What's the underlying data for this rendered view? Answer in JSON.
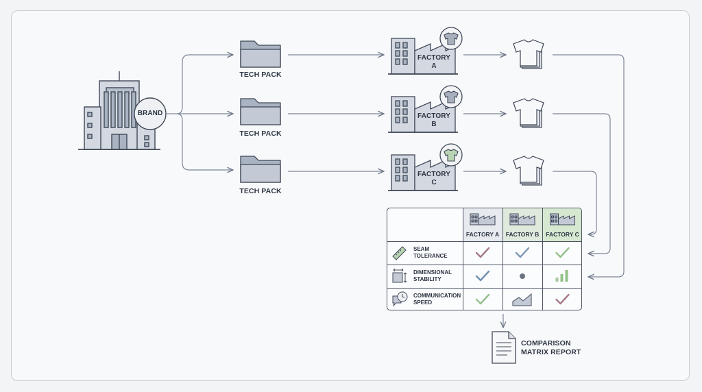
{
  "brand": {
    "label": "BRAND"
  },
  "tech_packs": [
    {
      "label": "TECH PACK"
    },
    {
      "label": "TECH PACK"
    },
    {
      "label": "TECH PACK"
    }
  ],
  "factories": [
    {
      "label_line1": "FACTORY",
      "label_line2": "A",
      "shirt_color": "#a8b0be"
    },
    {
      "label_line1": "FACTORY",
      "label_line2": "B",
      "shirt_color": "#a8b0be"
    },
    {
      "label_line1": "FACTORY",
      "label_line2": "C",
      "shirt_color": "#b9d4b2"
    }
  ],
  "matrix": {
    "columns": [
      "FACTORY A",
      "FACTORY B",
      "FACTORY C"
    ],
    "column_colors": [
      "#e7eaee",
      "#dfe9dc",
      "#d7e8d1"
    ],
    "rows": [
      {
        "label_line1": "SEAM",
        "label_line2": "TOLERANCE",
        "icon": "ruler-icon",
        "cells": [
          {
            "icon": "check-icon",
            "color": "#a57a86"
          },
          {
            "icon": "check-icon",
            "color": "#7f9ab5"
          },
          {
            "icon": "check-icon",
            "color": "#94c08c"
          }
        ]
      },
      {
        "label_line1": "DIMENSIONAL",
        "label_line2": "STABILITY",
        "icon": "dimension-icon",
        "cells": [
          {
            "icon": "check-icon",
            "color": "#6f8fb0"
          },
          {
            "icon": "dot-icon",
            "color": "#6b7280"
          },
          {
            "icon": "bar-chart-icon",
            "color": "#94c08c"
          }
        ]
      },
      {
        "label_line1": "COMMUNICATION",
        "label_line2": "SPEED",
        "icon": "clock-chat-icon",
        "cells": [
          {
            "icon": "check-icon",
            "color": "#94c08c"
          },
          {
            "icon": "trend-chart-icon",
            "color": "#8a94a3"
          },
          {
            "icon": "check-icon",
            "color": "#a57a86"
          }
        ]
      }
    ]
  },
  "report": {
    "line1": "COMPARISON",
    "line2": "MATRIX REPORT"
  },
  "colors": {
    "stroke": "#3f4857",
    "fill_light": "#d4d9e1",
    "fill_mid": "#b7bfcc",
    "arrow": "#7c8696"
  }
}
